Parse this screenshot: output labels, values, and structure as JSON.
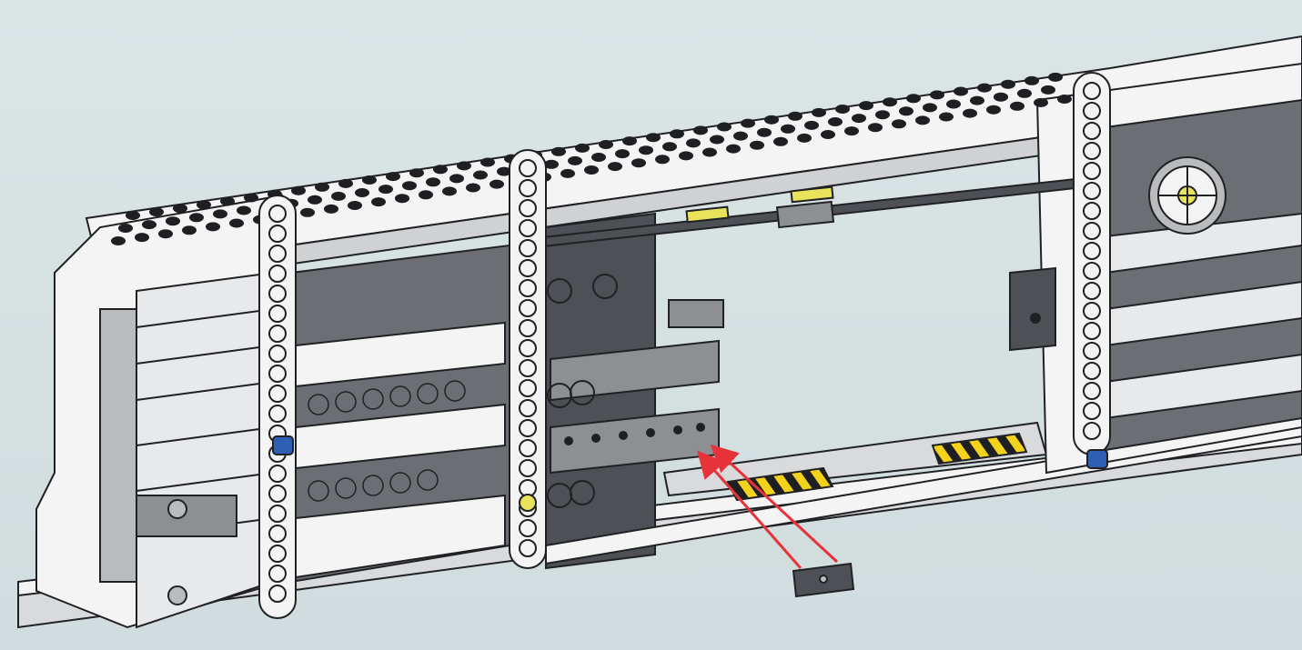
{
  "scene": {
    "background": "#d6e1e2",
    "colors": {
      "white_brick": "#f4f4f4",
      "light_gray": "#b9bbbd",
      "mid_gray": "#8d9093",
      "dark_gray": "#4d5054",
      "black": "#1e1f22",
      "outline": "#202124",
      "yellow": "#e9e35c",
      "hazard_yellow": "#f2d21b",
      "tan": "#b9a98a",
      "blue_pin": "#2f5fb5",
      "arrow_red": "#e8323a"
    },
    "icons": [
      "liftarm-beam",
      "technic-gear",
      "blue-technic-pin",
      "hazard-stripe-tile",
      "red-assembly-arrow",
      "dark-tile-1x2"
    ]
  }
}
